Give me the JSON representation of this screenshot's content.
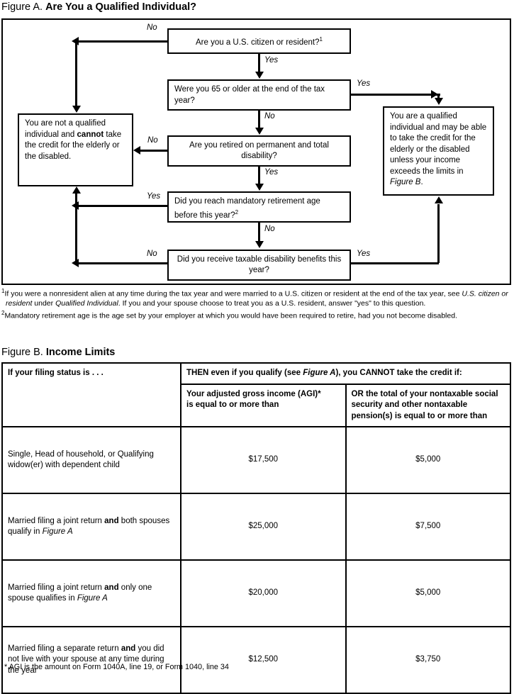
{
  "figure_a": {
    "title_lead": "Figure A.",
    "title_bold": "Are You a Qualified Individual?",
    "boxes": {
      "citizen": "Are you a U.S. citizen or resident?",
      "citizen_footnote_marker": "1",
      "age65": "Were you 65 or older at the end of the tax year?",
      "retired": "Are you retired on permanent and total disability?",
      "mandatory": "Did you reach mandatory retirement age before this year?",
      "mandatory_footnote_marker": "2",
      "benefits": "Did you receive taxable disability benefits this year?",
      "not_qualified_pre": "You are not a qualified individual and ",
      "not_qualified_bold": "cannot",
      "not_qualified_post": " take the credit for the elderly or the disabled.",
      "qualified_pre": "You are a qualified individual and may be able to take the credit for the elderly or the disabled unless your income exceeds the limits in ",
      "qualified_italic": "Figure B",
      "qualified_post": "."
    },
    "edge_labels": {
      "citizen_no": "No",
      "citizen_yes": "Yes",
      "age65_yes": "Yes",
      "age65_no": "No",
      "retired_no": "No",
      "retired_yes": "Yes",
      "mandatory_yes": "Yes",
      "mandatory_no": "No",
      "benefits_no": "No",
      "benefits_yes": "Yes"
    },
    "footnotes": [
      {
        "marker": "1",
        "seg1": "If you were a nonresident alien at any time during the tax year and were married to a U.S. citizen or resident at the end of the tax year, see ",
        "italic1": "U.S. citizen or resident",
        "seg2": " under ",
        "italic2": "Qualified Individual",
        "seg3": ". If you and your spouse choose to treat you as a U.S. resident, answer \"yes\" to this question."
      },
      {
        "marker": "2",
        "seg1": "Mandatory retirement age is the age set by your employer at which you would have been required to retire, had you not become disabled.",
        "italic1": "",
        "seg2": "",
        "italic2": "",
        "seg3": ""
      }
    ]
  },
  "figure_b": {
    "title_lead": "Figure B.",
    "title_bold": "Income Limits",
    "header": {
      "col0": "If your filing status is . . .",
      "span_pre": "THEN even if you qualify (see ",
      "span_italic": "Figure A",
      "span_post": "), you CANNOT take the credit if:",
      "col1_line1_pre": "Your adjusted gross income (AGI)",
      "col1_asterisk": "*",
      "col1_line2": "is equal to or more than",
      "col2": "OR the total of your nontaxable social security and other nontaxable pension(s) is equal to or more than"
    },
    "rows": [
      {
        "status_pre": "Single, Head of household, or Qualifying widow(er) with dependent child",
        "status_bold": "",
        "status_post": "",
        "status_italic": "",
        "agi": "$17,500",
        "nontaxable": "$5,000"
      },
      {
        "status_pre": "Married filing a joint return ",
        "status_bold": "and",
        "status_post": " both spouses qualify in ",
        "status_italic": "Figure A",
        "agi": "$25,000",
        "nontaxable": "$7,500"
      },
      {
        "status_pre": "Married filing a joint return ",
        "status_bold": "and",
        "status_post": " only one spouse qualifies in ",
        "status_italic": "Figure A",
        "agi": "$20,000",
        "nontaxable": "$5,000"
      },
      {
        "status_pre": "Married filing a separate return ",
        "status_bold": "and",
        "status_post": " you did not live with your spouse at any time during the year",
        "status_italic": "",
        "agi": "$12,500",
        "nontaxable": "$3,750"
      }
    ],
    "note": "* AGI is the amount on Form 1040A, line 19, or Form 1040, line 34"
  }
}
